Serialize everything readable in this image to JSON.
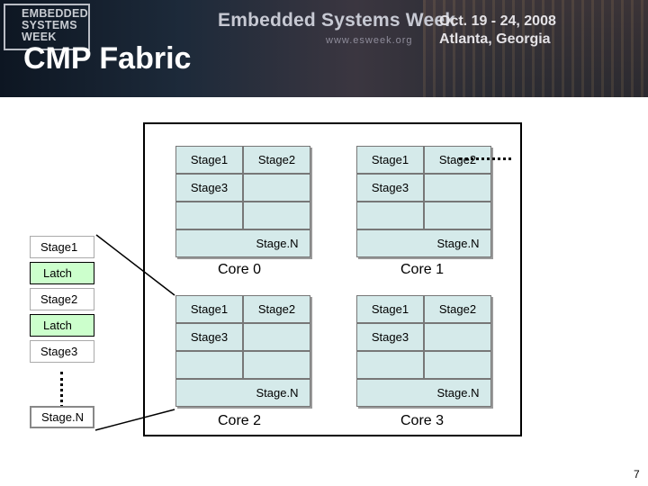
{
  "banner": {
    "logo_lines": [
      "EMBEDDED",
      "SYSTEMS",
      "WEEK"
    ],
    "event_name": "Embedded Systems Week",
    "event_url": "www.esweek.org",
    "event_date": "Oct. 19 - 24, 2008",
    "event_place": "Atlanta, Georgia"
  },
  "slide_title": "CMP Fabric",
  "cores": [
    {
      "label": "Core 0",
      "stage1": "Stage1",
      "stage2": "Stage2",
      "stage3": "Stage3",
      "stageN": "Stage.N"
    },
    {
      "label": "Core 1",
      "stage1": "Stage1",
      "stage2": "Stage2",
      "stage3": "Stage3",
      "stageN": "Stage.N"
    },
    {
      "label": "Core 2",
      "stage1": "Stage1",
      "stage2": "Stage2",
      "stage3": "Stage3",
      "stageN": "Stage.N"
    },
    {
      "label": "Core 3",
      "stage1": "Stage1",
      "stage2": "Stage2",
      "stage3": "Stage3",
      "stageN": "Stage.N"
    }
  ],
  "pipeline": {
    "stage1": "Stage1",
    "latch1": "Latch",
    "stage2": "Stage2",
    "latch2": "Latch",
    "stage3": "Stage3",
    "stageN": "Stage.N"
  },
  "page_number": "7"
}
